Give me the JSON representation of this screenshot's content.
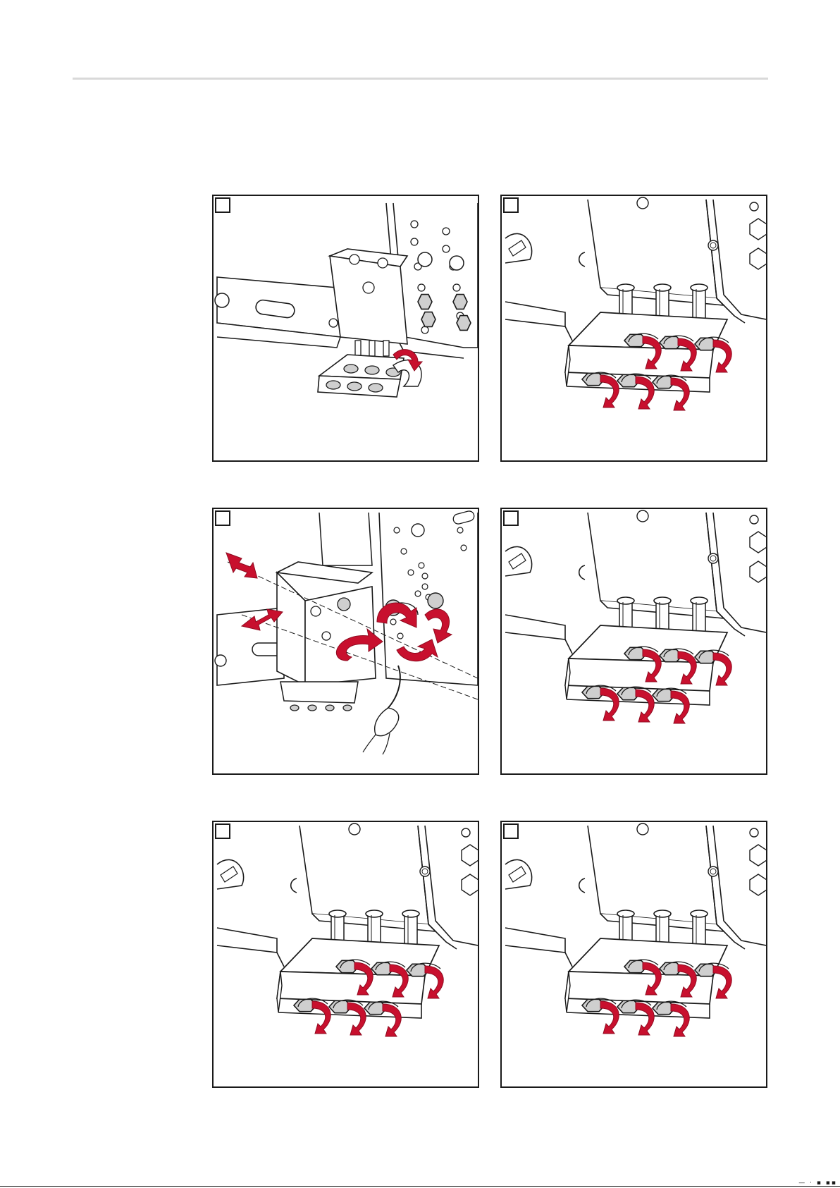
{
  "page": {
    "panels": [
      {
        "id": "p1",
        "step_label": "",
        "view": "overview-bracket",
        "arrows": "single-rotate"
      },
      {
        "id": "p2",
        "step_label": "",
        "view": "nut-block",
        "arrows": "six-loosen"
      },
      {
        "id": "p3",
        "step_label": "",
        "view": "overview-remove",
        "arrows": "slide-and-rotate"
      },
      {
        "id": "p4",
        "step_label": "",
        "view": "nut-block",
        "arrows": "six-loosen"
      },
      {
        "id": "p5",
        "step_label": "",
        "view": "nut-block",
        "arrows": "six-loosen"
      },
      {
        "id": "p6",
        "step_label": "",
        "view": "nut-block",
        "arrows": "six-loosen"
      }
    ],
    "footer_marks": "—  ·  ▪ ▪▪"
  },
  "colors": {
    "line": "#1a1a1a",
    "fill_gray": "#cfcfcf",
    "arrow_red": "#c8102e",
    "arrow_red_dark": "#8f0b20",
    "rule": "#d9d9d9"
  }
}
